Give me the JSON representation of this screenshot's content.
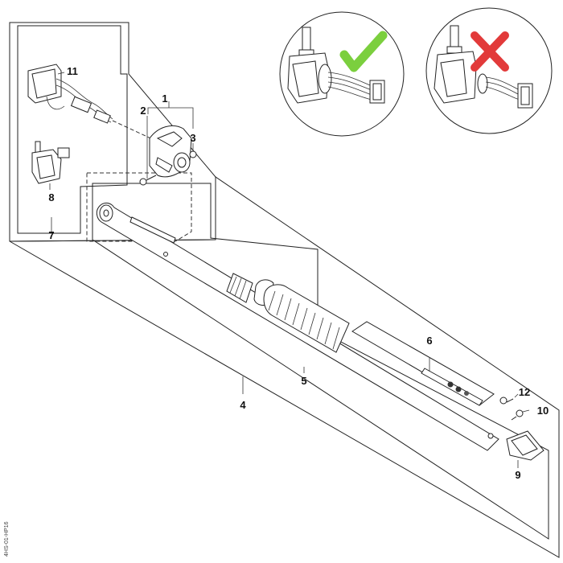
{
  "diagram": {
    "callouts": [
      {
        "id": "1",
        "label": "1"
      },
      {
        "id": "2",
        "label": "2"
      },
      {
        "id": "3",
        "label": "3"
      },
      {
        "id": "4",
        "label": "4"
      },
      {
        "id": "5",
        "label": "5"
      },
      {
        "id": "6",
        "label": "6"
      },
      {
        "id": "7",
        "label": "7"
      },
      {
        "id": "8",
        "label": "8"
      },
      {
        "id": "9",
        "label": "9"
      },
      {
        "id": "10",
        "label": "10"
      },
      {
        "id": "11",
        "label": "11"
      },
      {
        "id": "12",
        "label": "12"
      }
    ],
    "reference_code": "4HS-01-HP16",
    "status_colors": {
      "correct": "#7bcf3e",
      "incorrect": "#e23a3a"
    }
  }
}
